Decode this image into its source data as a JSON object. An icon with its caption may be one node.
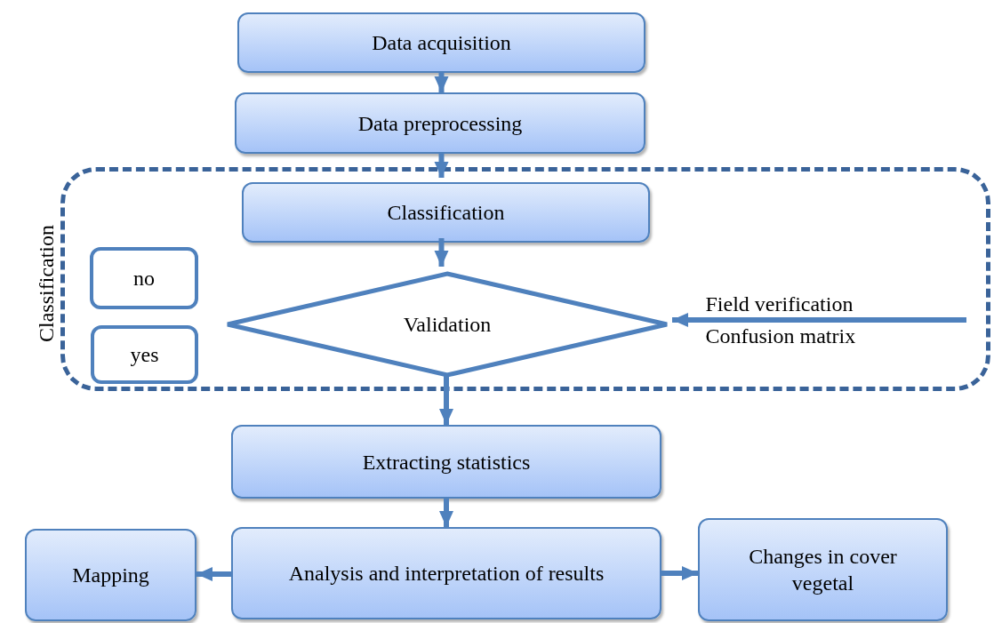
{
  "diagram": {
    "nodes": [
      {
        "text": [
          "Data acquisition"
        ]
      },
      {
        "text": [
          "Data preprocessing"
        ]
      },
      {
        "text": [
          "Classification"
        ]
      },
      {
        "text": [
          "Classification"
        ],
        "in": 2
      },
      {
        "text": [
          "no"
        ],
        "in": 2
      },
      {
        "text": [
          "yes"
        ],
        "in": 2
      },
      {
        "text": [
          "Validation"
        ],
        "in": 2
      },
      {
        "text": [
          "Extracting statistics"
        ]
      },
      {
        "text": [
          "Mapping"
        ]
      },
      {
        "text": [
          "Analysis and interpretation of results"
        ]
      },
      {
        "text": [
          "Changes in cover vegetal"
        ]
      }
    ],
    "edges": [
      {
        "from": 0,
        "to": 1,
        "arrow": "to"
      },
      {
        "from": 1,
        "to": 3,
        "arrow": "to"
      },
      {
        "from": 3,
        "to": 6,
        "arrow": "to"
      },
      {
        "from": 6,
        "to": 7,
        "arrow": "to"
      },
      {
        "from": 7,
        "to": 9,
        "arrow": "to"
      },
      {
        "from": 9,
        "to": 8,
        "arrow": "to"
      },
      {
        "from": 9,
        "to": 10,
        "arrow": "to"
      },
      {
        "from": null,
        "to": 6,
        "arrow": "to",
        "label": "Field verification Confusion matrix"
      }
    ]
  }
}
